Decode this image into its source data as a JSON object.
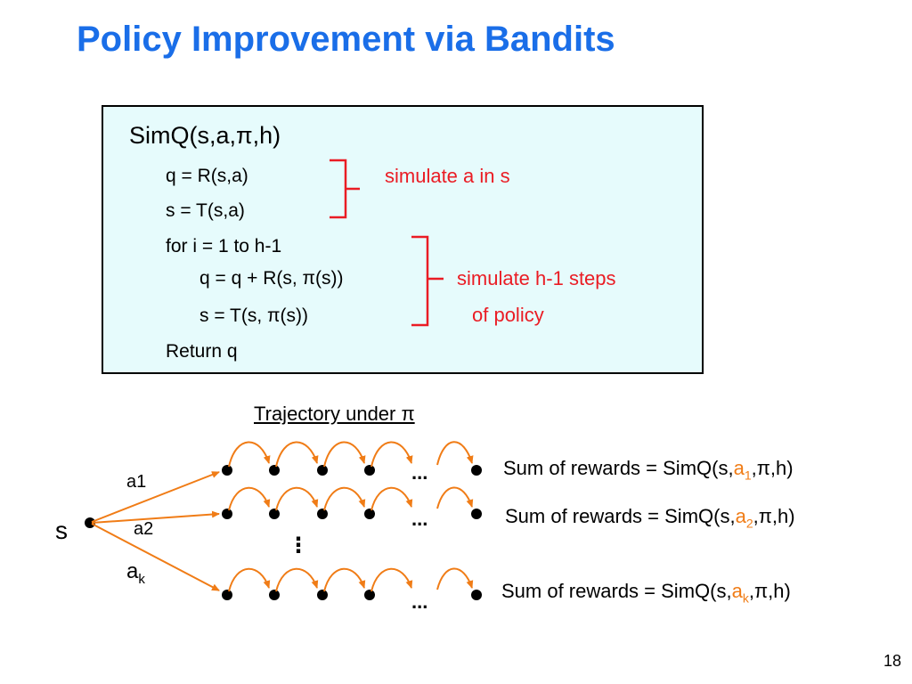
{
  "slide": {
    "title": "Policy Improvement via Bandits",
    "page_number": "18"
  },
  "code": {
    "header": "SimQ(s,a,π,h)",
    "lines": [
      "q = R(s,a)",
      "s = T(s,a)",
      "for i = 1 to h-1",
      "q = q + R(s, π(s))",
      "s = T(s, π(s))",
      "Return q"
    ],
    "annotation_1": "simulate a in s",
    "annotation_2_line1": "simulate h-1 steps",
    "annotation_2_line2": "of policy"
  },
  "diagram": {
    "trajectory_label": "Trajectory under π",
    "root_label": "s",
    "action_1": "a1",
    "action_2": "a2",
    "action_k": "a",
    "action_k_sub": "k",
    "ellipsis": "...",
    "vertical_ellipsis": "⋮",
    "sum_prefix": "Sum of rewards = SimQ(s,",
    "sum_suffix": ",π,h)",
    "rows": [
      {
        "action": "a",
        "sub": "1"
      },
      {
        "action": "a",
        "sub": "2"
      },
      {
        "action": "a",
        "sub": "k"
      }
    ],
    "colors": {
      "title": "#1a6ee8",
      "annotation": "#ea1c24",
      "arrow": "#f07c16",
      "box_fill": "#e6fbfc"
    }
  }
}
